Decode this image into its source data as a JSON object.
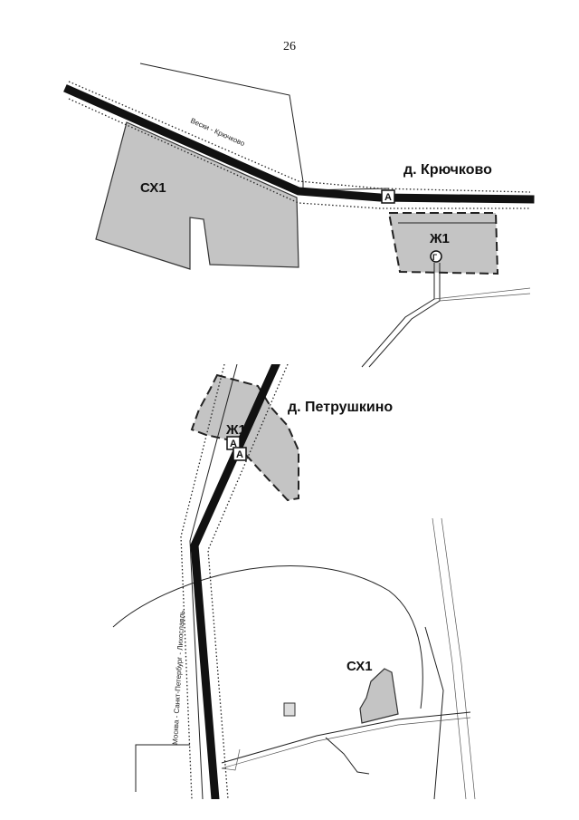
{
  "page": {
    "number": "26"
  },
  "map_top": {
    "village": "д. Крючково",
    "road_label": "Вески - Крючково",
    "zones": [
      {
        "id": "sx1",
        "label": "СХ1"
      },
      {
        "id": "zh1",
        "label": "Ж1"
      }
    ],
    "markers": [
      {
        "label": "А"
      },
      {
        "label": "Г"
      }
    ]
  },
  "map_bottom": {
    "village": "д. Петрушкино",
    "road_label": "Москва - Санкт-Петербург - Лихославль",
    "zones": [
      {
        "id": "zh1",
        "label": "Ж1"
      },
      {
        "id": "sx1",
        "label": "СХ1"
      }
    ],
    "markers": [
      {
        "label": "А"
      },
      {
        "label": "А"
      }
    ]
  }
}
